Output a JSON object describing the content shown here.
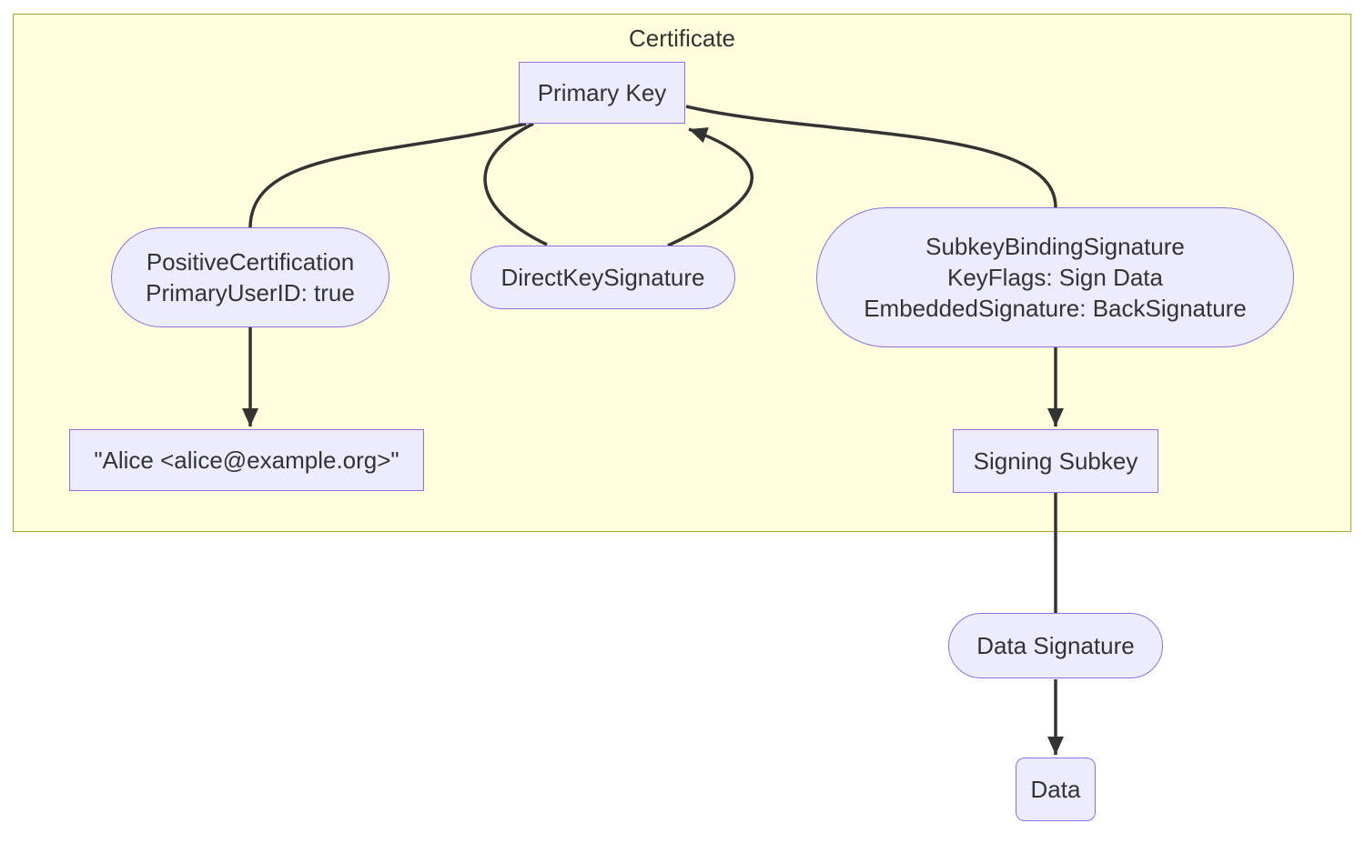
{
  "diagram": {
    "type": "flowchart",
    "container": {
      "title": "Certificate"
    },
    "colors": {
      "container_fill": "#ffffde",
      "container_border": "#aaaa33",
      "node_fill": "#ececff",
      "node_border": "#9370db",
      "edge": "#333333",
      "text": "#333333"
    },
    "nodes": {
      "primary_key": {
        "label": "Primary Key",
        "shape": "rectangle",
        "inside_container": true
      },
      "positive_certification": {
        "line1": "PositiveCertification",
        "line2": "PrimaryUserID: true",
        "shape": "stadium",
        "inside_container": true
      },
      "direct_key_signature": {
        "label": "DirectKeySignature",
        "shape": "stadium",
        "inside_container": true
      },
      "subkey_binding_signature": {
        "line1": "SubkeyBindingSignature",
        "line2": "KeyFlags: Sign Data",
        "line3": "EmbeddedSignature: BackSignature",
        "shape": "stadium",
        "inside_container": true
      },
      "user_id": {
        "label": "\"Alice <alice@example.org>\"",
        "shape": "rectangle",
        "inside_container": true
      },
      "signing_subkey": {
        "label": "Signing Subkey",
        "shape": "rectangle",
        "inside_container": true
      },
      "data_signature": {
        "label": "Data Signature",
        "shape": "stadium",
        "inside_container": false
      },
      "data": {
        "label": "Data",
        "shape": "rounded-rectangle",
        "inside_container": false
      }
    },
    "edges": [
      {
        "from": "Primary Key",
        "to": "PositiveCertification",
        "arrowhead": false
      },
      {
        "from": "PositiveCertification",
        "to": "\"Alice <alice@example.org>\"",
        "arrowhead": true
      },
      {
        "from": "Primary Key",
        "to": "DirectKeySignature",
        "arrowhead": false
      },
      {
        "from": "DirectKeySignature",
        "to": "Primary Key",
        "arrowhead": true
      },
      {
        "from": "Primary Key",
        "to": "SubkeyBindingSignature",
        "arrowhead": false
      },
      {
        "from": "SubkeyBindingSignature",
        "to": "Signing Subkey",
        "arrowhead": true
      },
      {
        "from": "Signing Subkey",
        "to": "Data Signature",
        "arrowhead": false
      },
      {
        "from": "Data Signature",
        "to": "Data",
        "arrowhead": true
      }
    ]
  }
}
